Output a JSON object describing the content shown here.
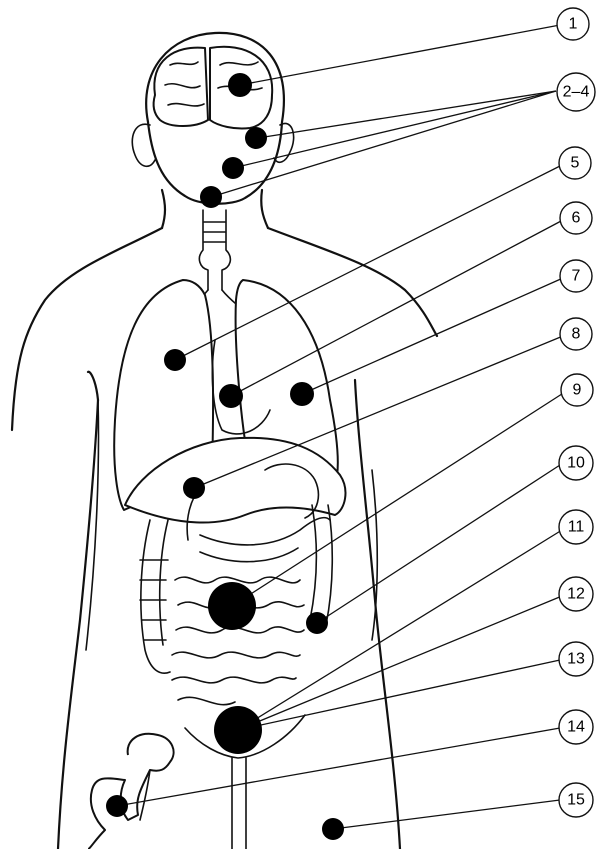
{
  "callouts": [
    {
      "id": "1",
      "label": "1"
    },
    {
      "id": "2-4",
      "label": "2–4"
    },
    {
      "id": "5",
      "label": "5"
    },
    {
      "id": "6",
      "label": "6"
    },
    {
      "id": "7",
      "label": "7"
    },
    {
      "id": "8",
      "label": "8"
    },
    {
      "id": "9",
      "label": "9"
    },
    {
      "id": "10",
      "label": "10"
    },
    {
      "id": "11",
      "label": "11"
    },
    {
      "id": "12",
      "label": "12"
    },
    {
      "id": "13",
      "label": "13"
    },
    {
      "id": "14",
      "label": "14"
    },
    {
      "id": "15",
      "label": "15"
    }
  ]
}
